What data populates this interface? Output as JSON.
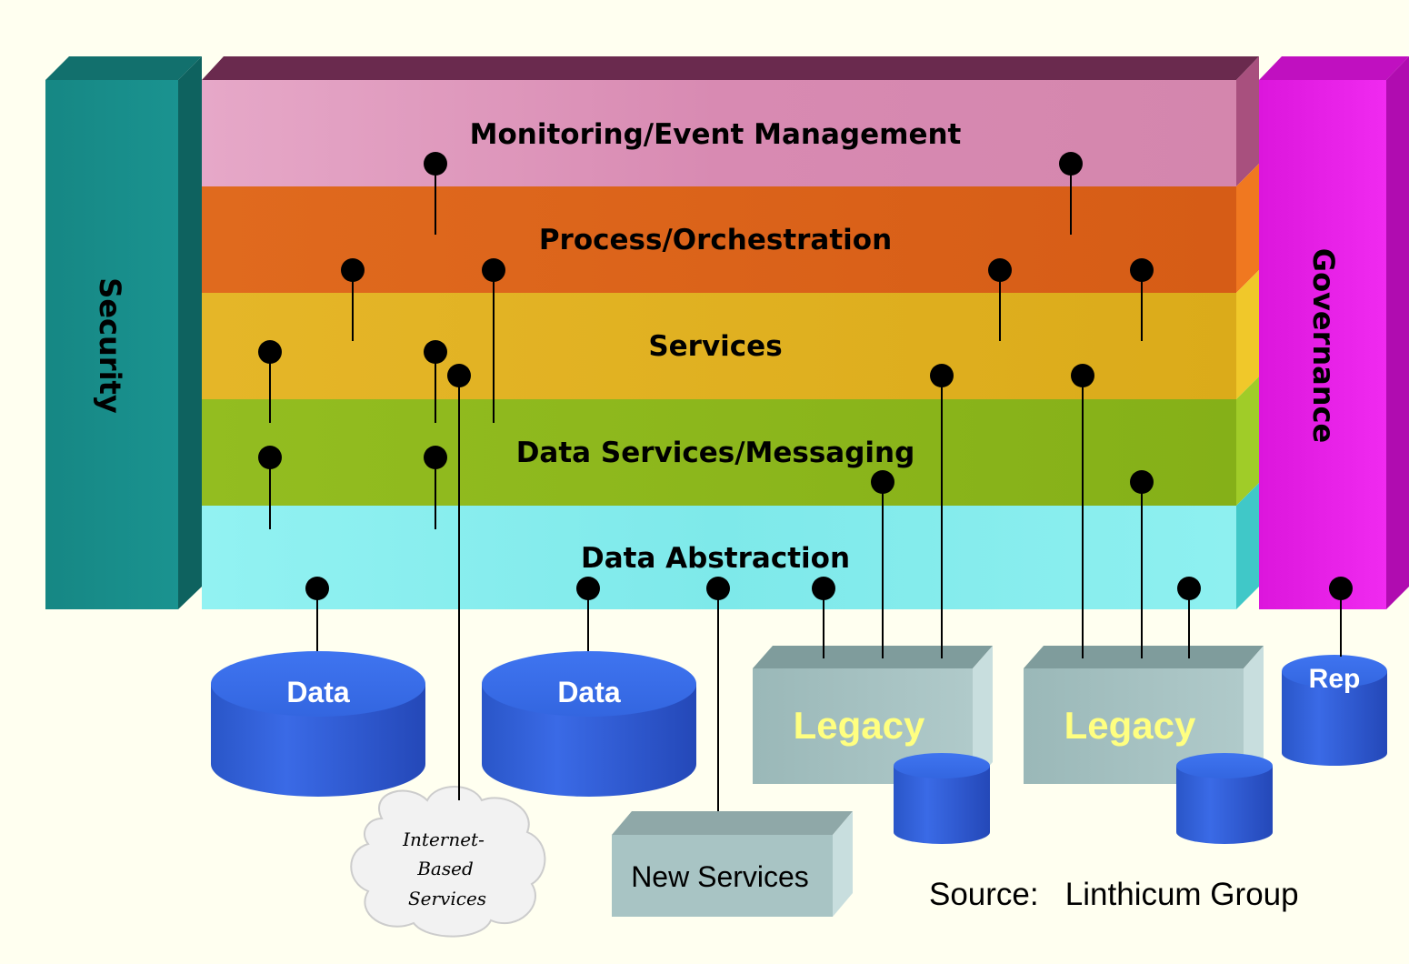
{
  "layers": {
    "monitoring": "Monitoring/Event Management",
    "process": "Process/Orchestration",
    "services": "Services",
    "data_services": "Data Services/Messaging",
    "data_abstraction": "Data Abstraction"
  },
  "pillars": {
    "security": "Security",
    "governance": "Governance"
  },
  "sources": {
    "data_1": "Data",
    "data_2": "Data",
    "legacy_1": "Legacy",
    "legacy_2": "Legacy",
    "rep": "Rep",
    "new_services": "New Services",
    "internet_line1": "Internet-",
    "internet_line2": "Based",
    "internet_line3": "Services"
  },
  "footer": {
    "source": "Source:   Linthicum Group"
  },
  "colors": {
    "security": "#178a87",
    "governance": "#e81ee8",
    "monitoring": "#d98cb3",
    "process": "#d9601a",
    "services": "#ddae1c",
    "data_services": "#8ab51c",
    "data_abstraction": "#80eded",
    "database": "#3366dd",
    "legacy": "#a6c0c0"
  }
}
